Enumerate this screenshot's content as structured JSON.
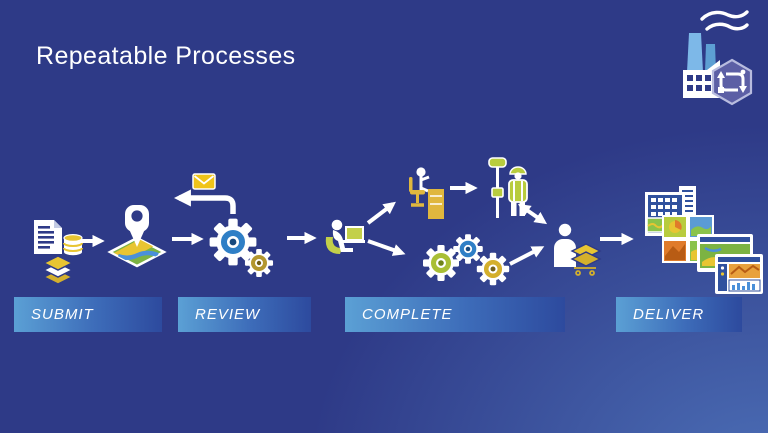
{
  "slide": {
    "title": "Repeatable Processes"
  },
  "logo": {
    "name": "factory-automation-logo",
    "badge": "workflow-loop-hexagon"
  },
  "stages": [
    {
      "id": "submit",
      "label": "SUBMIT"
    },
    {
      "id": "review",
      "label": "REVIEW"
    },
    {
      "id": "complete",
      "label": "COMPLETE"
    },
    {
      "id": "deliver",
      "label": "DELIVER"
    }
  ],
  "flow": {
    "steps": [
      {
        "stage": "SUBMIT",
        "icons": [
          "documents-data-icon",
          "map-pin-icon"
        ]
      },
      {
        "stage": "REVIEW",
        "icons": [
          "envelope-icon",
          "return-arrow-icon",
          "review-gears-icon"
        ]
      },
      {
        "stage": "COMPLETE",
        "icons": [
          "analyst-laptop-icon",
          "desk-worker-icon",
          "gps-surveyor-icon",
          "processing-gears-icon",
          "delivery-person-icon"
        ]
      },
      {
        "stage": "DELIVER",
        "icons": [
          "deliverables-maps-apps-icon"
        ]
      }
    ]
  },
  "colors": {
    "background": "#2e3a87",
    "background_glow": "#3c64ae",
    "bar_gradient_left": "#5ba0d5",
    "bar_gradient_right": "#2d4a9e",
    "icon_white": "#ffffff",
    "accent_yellow": "#e8c532",
    "accent_lime": "#c3d04a",
    "accent_blue": "#4a90d9",
    "accent_orange": "#e07b2a",
    "smokestack_blue": "#7db8e8",
    "hexagon_purple": "#5c5fa5"
  }
}
